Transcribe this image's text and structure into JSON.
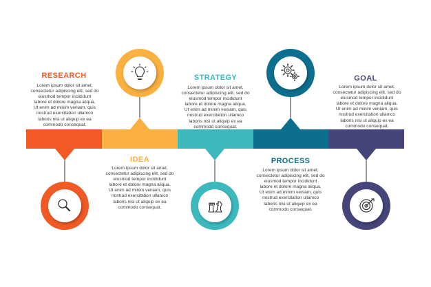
{
  "colors": {
    "research": "#F15A24",
    "idea": "#FBB040",
    "strategy": "#3DB9BE",
    "process": "#0E6E8E",
    "goal": "#45457A",
    "connector": "#555555",
    "text": "#3a3a3a",
    "disc": "#ffffff"
  },
  "steps": [
    {
      "title": "RESEARCH",
      "icon": "magnifier-icon",
      "body": [
        "Lorem ipsum dolor sit amet,",
        "consectetur adipiscing elit, sed do",
        "eiusmod tempor incididunt",
        "labore et dolore magna aliqua.",
        "Ut enim ad minim veniam, quis",
        "nostrud exercitation ullamco",
        "laboris nisi ut aliquip ex ea",
        "commodo consequat."
      ]
    },
    {
      "title": "IDEA",
      "icon": "lightbulb-icon",
      "body": [
        "Lorem ipsum dolor sit amet,",
        "consectetur adipiscing elit, sed do",
        "eiusmod tempor incididunt",
        "labore et dolore magna aliqua.",
        "Ut enim ad minim veniam, quis",
        "nostrud exercitation ullamco",
        "laboris nisi ut aliquip ex ea",
        "commodo consequat."
      ]
    },
    {
      "title": "STRATEGY",
      "icon": "chess-pieces-icon",
      "body": [
        "Lorem ipsum dolor sit amet,",
        "consectetur adipiscing elit, sed do",
        "eiusmod tempor incididunt",
        "labore et dolore magna aliqua.",
        "Ut enim ad minim veniam, quis",
        "nostrud exercitation ullamco",
        "laboris nisi ut aliquip ex ea",
        "commodo consequat."
      ]
    },
    {
      "title": "PROCESS",
      "icon": "gears-icon",
      "body": [
        "Lorem ipsum dolor sit amet,",
        "consectetur adipiscing elit, sed do",
        "eiusmod tempor incididunt",
        "labore et dolore magna aliqua.",
        "Ut enim ad minim veniam, quis",
        "nostrud exercitation ullamco",
        "laboris nisi ut aliquip ex ea",
        "commodo consequat."
      ]
    },
    {
      "title": "GOAL",
      "icon": "target-icon",
      "body": [
        "Lorem ipsum dolor sit amet,",
        "consectetur adipiscing elit, sed do",
        "eiusmod tempor incididunt",
        "labore et dolore magna aliqua.",
        "Ut enim ad minim veniam, quis",
        "nostrud exercitation ullamco",
        "laboris nisi ut aliquip ex ea",
        "commodo consequat."
      ]
    }
  ]
}
